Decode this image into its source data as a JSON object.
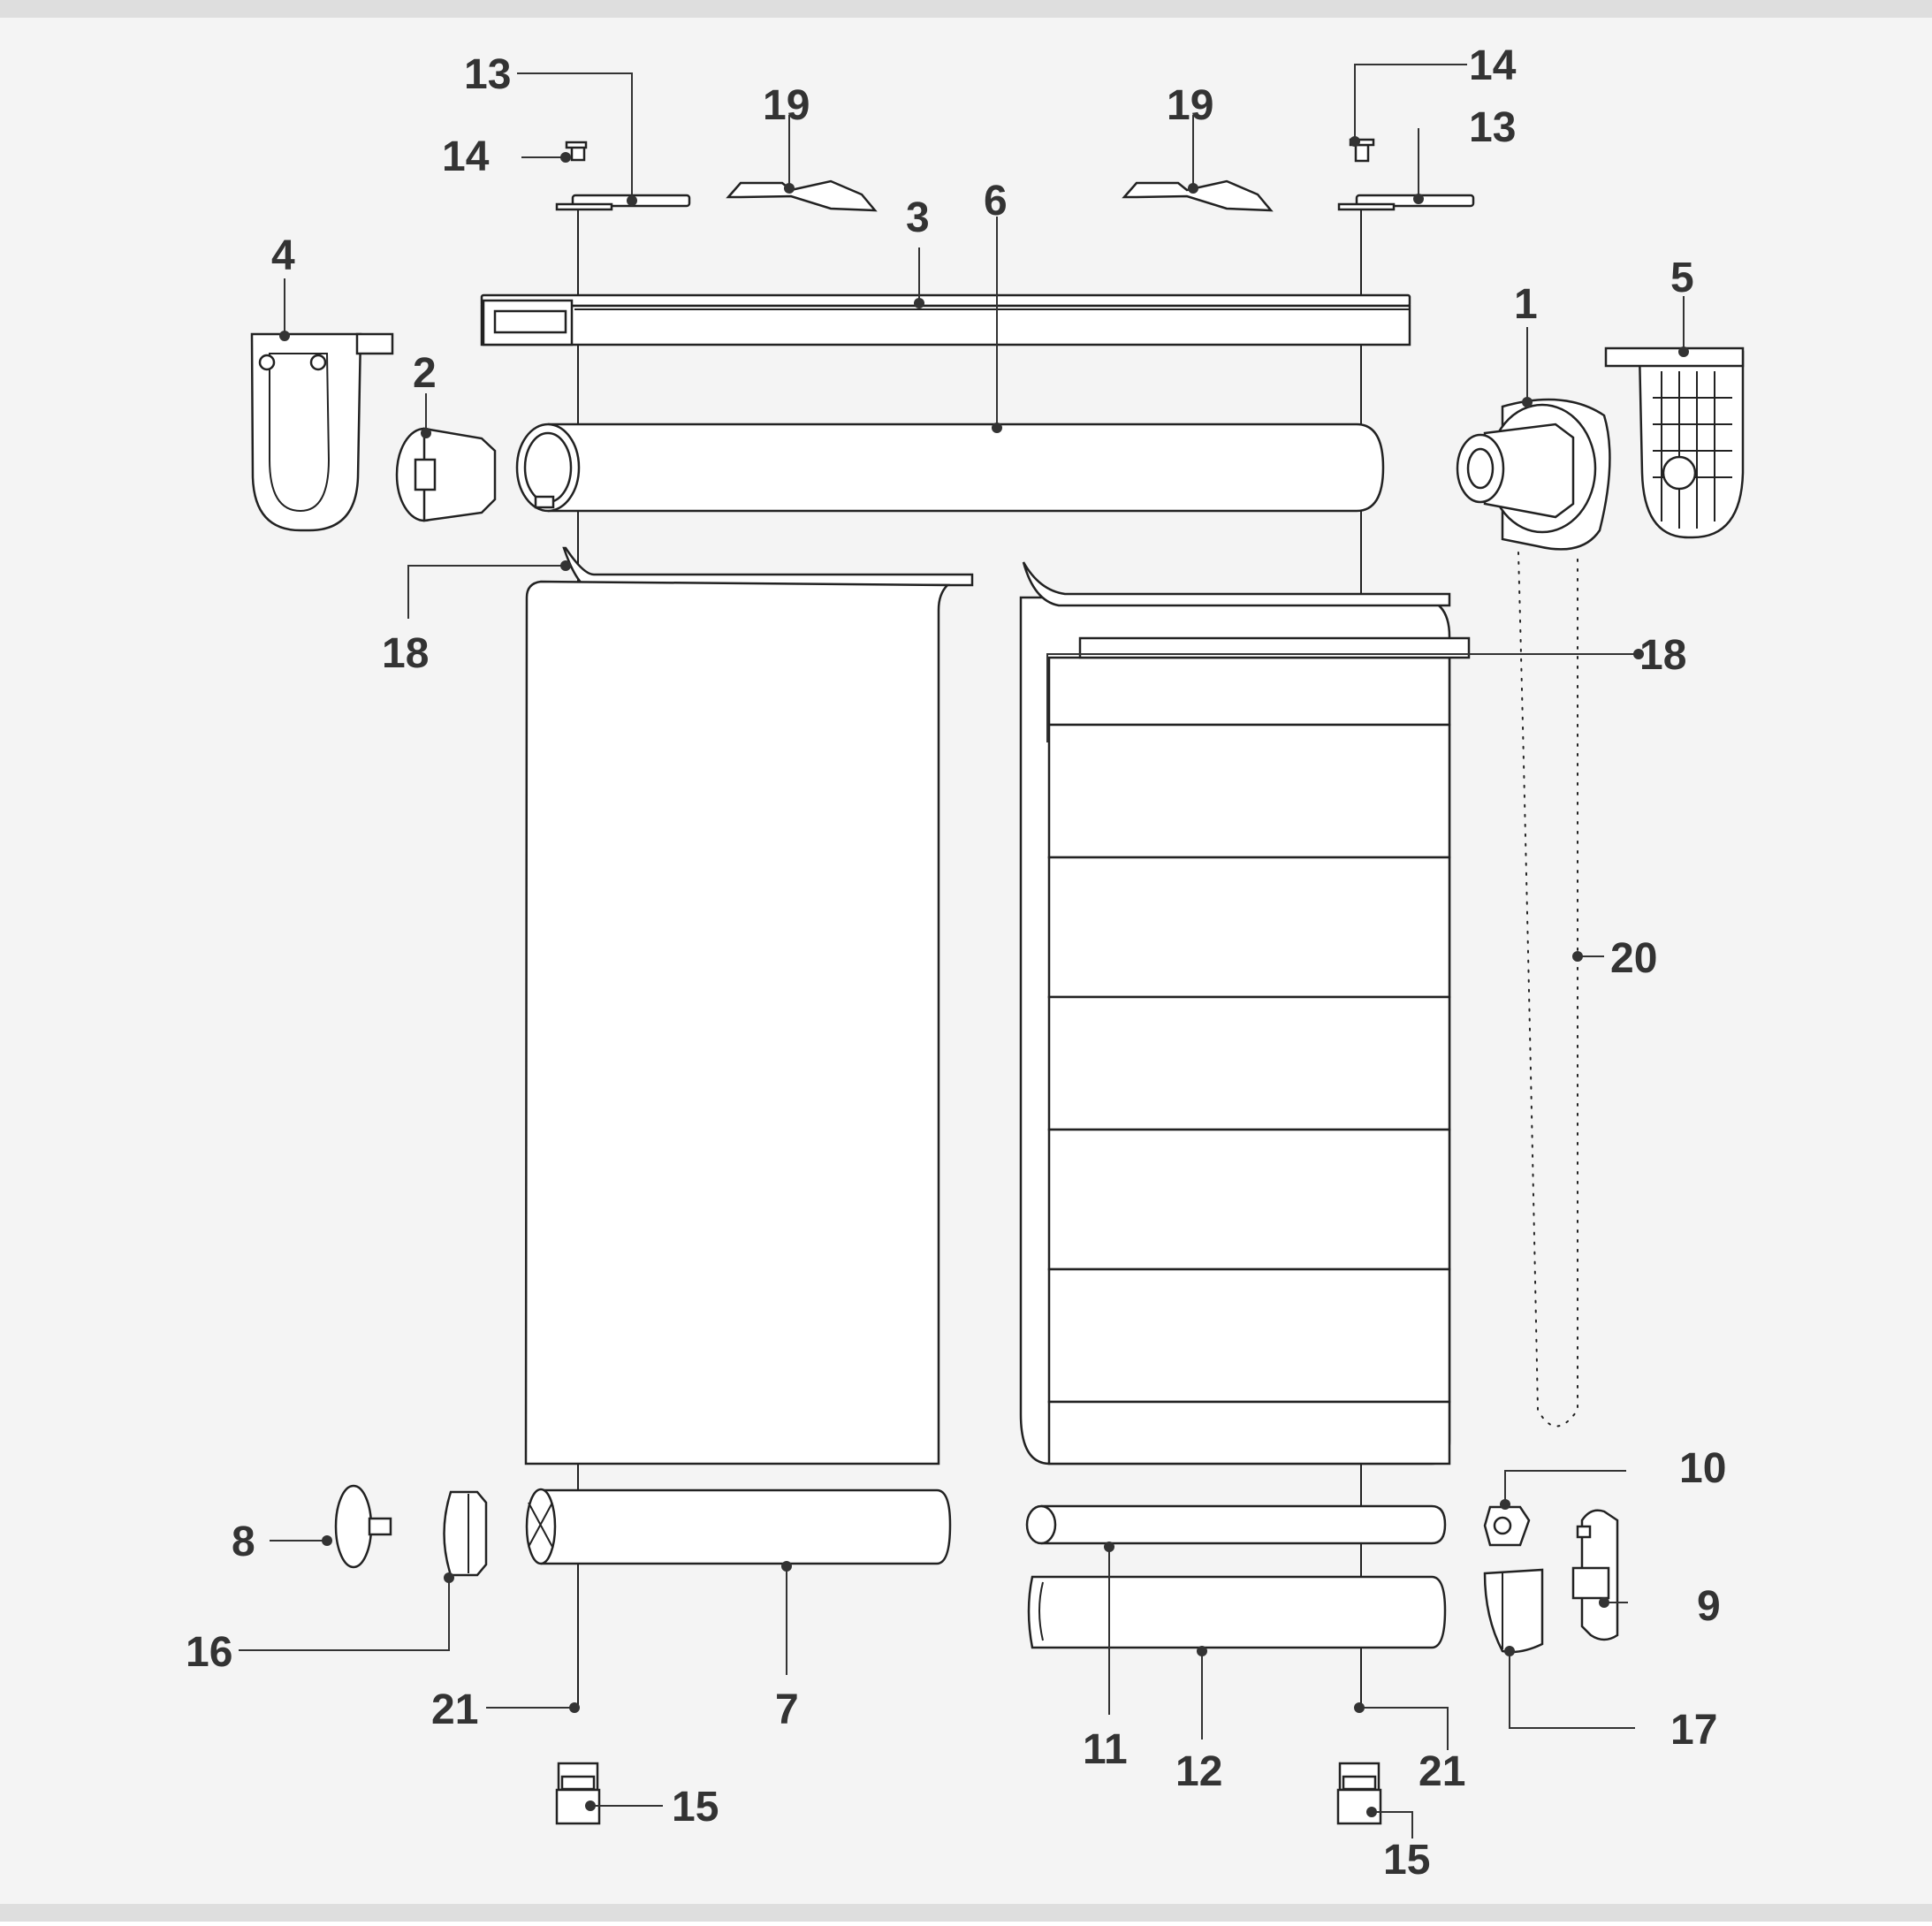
{
  "colors": {
    "background": "#f4f4f4",
    "frame": "#dedede",
    "ink": "#222222",
    "label": "#333333",
    "fabric_dark": "#999999",
    "fabric_light": "#f0f0f0"
  },
  "parts": {
    "p1": "1",
    "p2": "2",
    "p3": "3",
    "p4": "4",
    "p5": "5",
    "p6": "6",
    "p7": "7",
    "p8": "8",
    "p9": "9",
    "p10": "10",
    "p11": "11",
    "p12": "12",
    "p13": "13",
    "p14": "14",
    "p15": "15",
    "p16": "16",
    "p17": "17",
    "p18": "18",
    "p19": "19",
    "p20": "20",
    "p21": "21"
  }
}
